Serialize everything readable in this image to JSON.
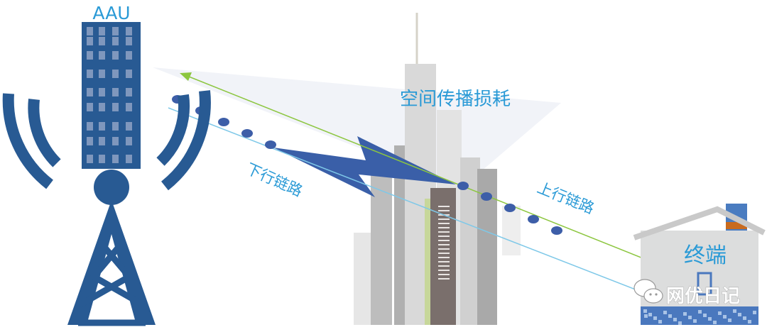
{
  "labels": {
    "aau": "AAU",
    "path_loss": "空间传播损耗",
    "downlink": "下行链路",
    "uplink": "上行链路",
    "terminal": "终端"
  },
  "watermark": {
    "text": "网优日记",
    "icon": "wechat-icon"
  },
  "colors": {
    "tower": "#285a93",
    "label": "#2a9ad6",
    "uplink_line": "#8cc63f",
    "downlink_line": "#7ec8e8",
    "signal_dots": "#3d5ea8",
    "house": "#dcdddd"
  }
}
